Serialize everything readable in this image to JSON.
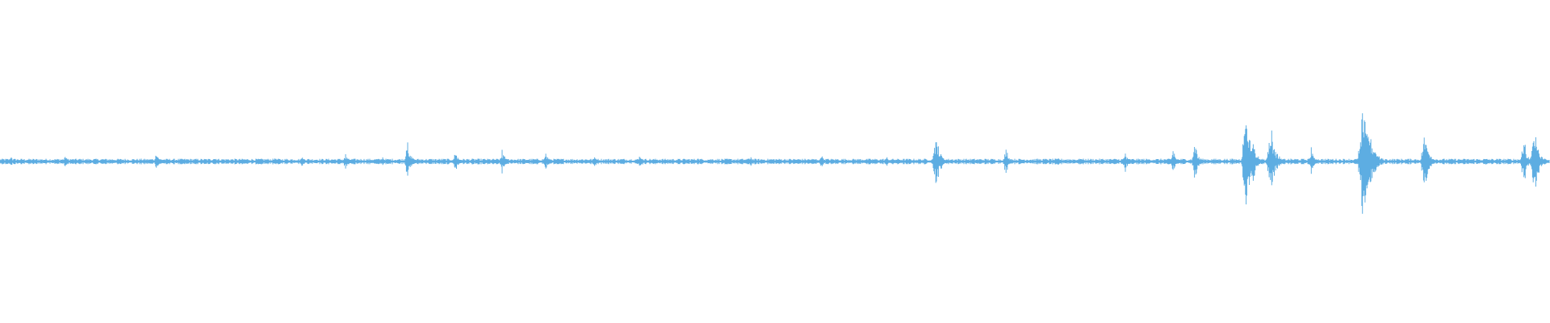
{
  "waveform": {
    "color": "#5dade2",
    "background": "#ffffff",
    "bursts": [
      {
        "t": 0.007,
        "amp": 0.06
      },
      {
        "t": 0.042,
        "amp": 0.08
      },
      {
        "t": 0.101,
        "amp": 0.1
      },
      {
        "t": 0.138,
        "amp": 0.07
      },
      {
        "t": 0.177,
        "amp": 0.06
      },
      {
        "t": 0.195,
        "amp": 0.07
      },
      {
        "t": 0.223,
        "amp": 0.09
      },
      {
        "t": 0.247,
        "amp": 0.05
      },
      {
        "t": 0.263,
        "amp": 0.22
      },
      {
        "t": 0.294,
        "amp": 0.12
      },
      {
        "t": 0.324,
        "amp": 0.14
      },
      {
        "t": 0.352,
        "amp": 0.12
      },
      {
        "t": 0.384,
        "amp": 0.08
      },
      {
        "t": 0.413,
        "amp": 0.09
      },
      {
        "t": 0.45,
        "amp": 0.05
      },
      {
        "t": 0.484,
        "amp": 0.08
      },
      {
        "t": 0.53,
        "amp": 0.09
      },
      {
        "t": 0.572,
        "amp": 0.06
      },
      {
        "t": 0.604,
        "amp": 0.34
      },
      {
        "t": 0.649,
        "amp": 0.17
      },
      {
        "t": 0.675,
        "amp": 0.04
      },
      {
        "t": 0.683,
        "amp": 0.05
      },
      {
        "t": 0.697,
        "amp": 0.04
      },
      {
        "t": 0.726,
        "amp": 0.13
      },
      {
        "t": 0.757,
        "amp": 0.15
      },
      {
        "t": 0.771,
        "amp": 0.26
      },
      {
        "t": 0.804,
        "amp": 0.58
      },
      {
        "t": 0.808,
        "amp": 0.34
      },
      {
        "t": 0.82,
        "amp": 0.44
      },
      {
        "t": 0.846,
        "amp": 0.18
      },
      {
        "t": 0.88,
        "amp": 0.86
      },
      {
        "t": 0.919,
        "amp": 0.37
      },
      {
        "t": 0.958,
        "amp": 0.06
      },
      {
        "t": 0.983,
        "amp": 0.29
      },
      {
        "t": 0.99,
        "amp": 0.4
      }
    ]
  }
}
